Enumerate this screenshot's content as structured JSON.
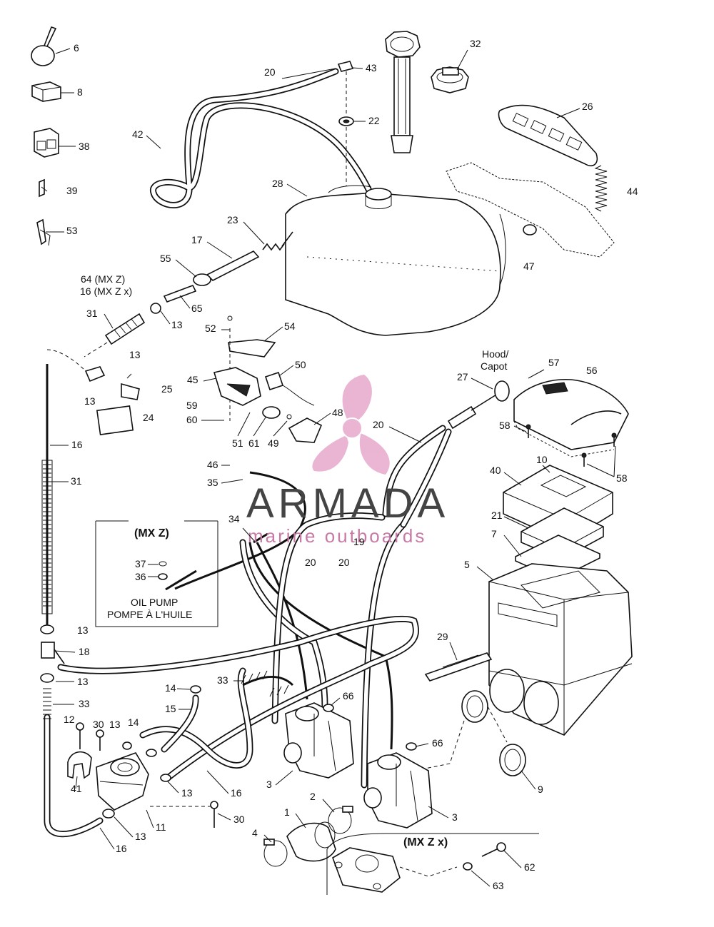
{
  "callouts": {
    "c6": "6",
    "c8": "8",
    "c38": "38",
    "c39": "39",
    "c53": "53",
    "c20a": "20",
    "c43": "43",
    "c22": "22",
    "c32": "32",
    "c26": "26",
    "c42": "42",
    "c28": "28",
    "c44": "44",
    "c23": "23",
    "c17": "17",
    "c55": "55",
    "c47": "47",
    "c64": "64 (MX Z)",
    "c16top": "16 (MX Z x)",
    "c65": "65",
    "c31a": "31",
    "c13a": "13",
    "c52": "52",
    "c54": "54",
    "c13b": "13",
    "c50": "50",
    "c45": "45",
    "c13c": "13",
    "c25": "25",
    "c59": "59",
    "c60": "60",
    "c24": "24",
    "c51": "51",
    "c61": "61",
    "c49": "49",
    "c48": "48",
    "c27": "27",
    "c57": "57",
    "c56": "56",
    "c20b": "20",
    "c58a": "58",
    "c16a": "16",
    "c46": "46",
    "c31b": "31",
    "c35": "35",
    "c10": "10",
    "c58b": "58",
    "c40": "40",
    "c34": "34",
    "c21": "21",
    "c7": "7",
    "c19": "19",
    "c20c": "20",
    "c20d": "20",
    "c37": "37",
    "c36": "36",
    "c5": "5",
    "c13d": "13",
    "c18": "18",
    "c29": "29",
    "c13e": "13",
    "c33a": "33",
    "c14a": "14",
    "c66a": "66",
    "c15": "15",
    "c33b": "33",
    "c12": "12",
    "c30a": "30",
    "c13f": "13",
    "c14b": "14",
    "c66b": "66",
    "c41": "41",
    "c3a": "3",
    "c16b": "16",
    "c13g": "13",
    "c9": "9",
    "c2": "2",
    "c30b": "30",
    "c3b": "3",
    "c1": "1",
    "c11": "11",
    "c13h": "13",
    "c16c": "16",
    "c4": "4",
    "c62": "62",
    "c63": "63"
  },
  "labels": {
    "hood_line1": "Hood/",
    "hood_line2": "Capot",
    "mxz_box_title": "(MX Z)",
    "oil_pump_line1": "OIL PUMP",
    "oil_pump_line2": "POMPE À L'HUILE",
    "mxzx_title": "(MX Z x)"
  },
  "watermark": {
    "brand": "ARMADA",
    "tagline": "marine outboards",
    "logo_color": "#e7a9cc",
    "text_color": "#444444"
  },
  "icons": {
    "logo": "propeller-logo-icon"
  }
}
